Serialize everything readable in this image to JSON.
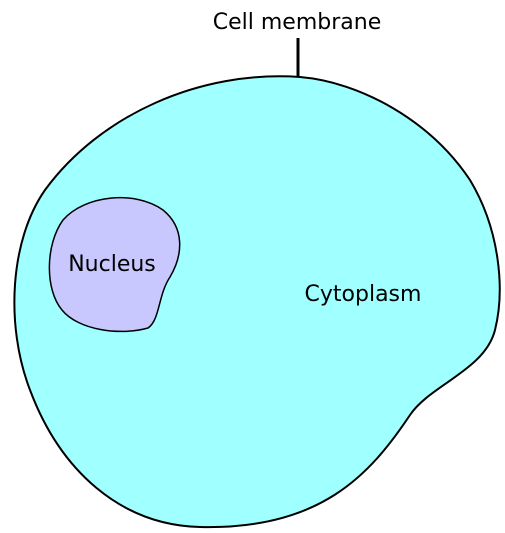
{
  "labels": {
    "membrane": "Cell membrane",
    "nucleus": "Nucleus",
    "cytoplasm": "Cytoplasm"
  },
  "colors": {
    "cytoplasm_fill": "#A0FFFF",
    "nucleus_fill": "#C8C8FF",
    "outline": "#000000",
    "background": "#FFFFFF"
  }
}
